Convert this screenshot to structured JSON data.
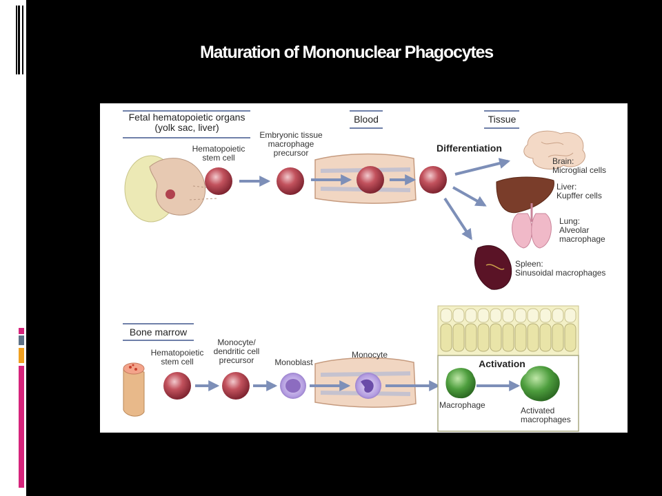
{
  "slide": {
    "title": "Maturation of Mononuclear Phagocytes"
  },
  "fetal_section": {
    "header_line1": "Fetal hematopoietic organs",
    "header_line2": "(yolk sac, liver)",
    "stem_cell_line1": "Hematopoietic",
    "stem_cell_line2": "stem cell",
    "precursor_line1": "Embryonic tissue",
    "precursor_line2": "macrophage",
    "precursor_line3": "precursor"
  },
  "blood_header": "Blood",
  "tissue_header": "Tissue",
  "differentiation_label": "Differentiation",
  "tissues": {
    "brain_line1": "Brain:",
    "brain_line2": "Microglial cells",
    "liver_line1": "Liver:",
    "liver_line2": "Kupffer cells",
    "lung_line1": "Lung:",
    "lung_line2": "Alveolar",
    "lung_line3": "macrophage",
    "spleen_line1": "Spleen:",
    "spleen_line2": "Sinusoidal macrophages"
  },
  "marrow_section": {
    "header": "Bone marrow",
    "stem_cell_line1": "Hematopoietic",
    "stem_cell_line2": "stem cell",
    "precursor_line1": "Monocyte/",
    "precursor_line2": "dendritic cell",
    "precursor_line3": "precursor",
    "monoblast": "Monoblast",
    "monocyte": "Monocyte"
  },
  "activation": {
    "label": "Activation",
    "macrophage": "Macrophage",
    "activated_line1": "Activated",
    "activated_line2": "macrophages"
  },
  "colors": {
    "cell_red": "#b0424f",
    "arrow_blue": "#7d8fb8",
    "macrophage_green": "#4a9a3c",
    "monoblast_purple": "#8c6cc0"
  }
}
